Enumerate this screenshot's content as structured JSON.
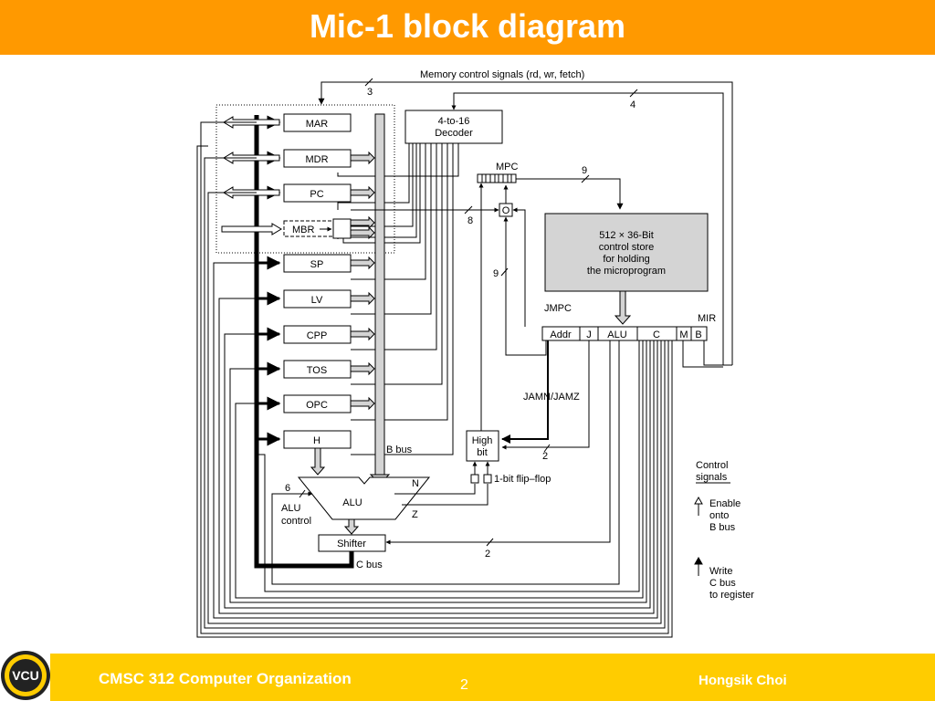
{
  "slide": {
    "title": "Mic-1 block diagram",
    "footer": {
      "course": "CMSC 312 Computer Organization",
      "page": "2",
      "author": "Hongsik Choi"
    },
    "logo_text": "VCU"
  },
  "diagram": {
    "memory_control_label": "Memory control signals (rd, wr, fetch)",
    "decoder_label_line1": "4-to-16",
    "decoder_label_line2": "Decoder",
    "registers": [
      "MAR",
      "MDR",
      "PC",
      "MBR",
      "SP",
      "LV",
      "CPP",
      "TOS",
      "OPC",
      "H"
    ],
    "mpc_label": "MPC",
    "o_label": "O",
    "control_store_lines": [
      "512 × 36-Bit",
      "control store",
      "for holding",
      "the microprogram"
    ],
    "mir_label": "MIR",
    "jmpc_label": "JMPC",
    "mir_fields": [
      "Addr",
      "J",
      "ALU",
      "C",
      "M",
      "B"
    ],
    "jamn_label": "JAMN/JAMZ",
    "high_bit_line1": "High",
    "high_bit_line2": "bit",
    "flipflop_label": "1-bit flip–flop",
    "b_bus_label": "B bus",
    "c_bus_label": "C bus",
    "alu_label": "ALU",
    "alu_control_line1": "ALU",
    "alu_control_line2": "control",
    "shifter_label": "Shifter",
    "n_label": "N",
    "z_label": "Z",
    "widths": {
      "mem": "3",
      "decoder": "4",
      "mpc": "9",
      "mbr_to_o": "8",
      "highbit_to_mpc": "9",
      "alu_ctl": "6",
      "jam": "2",
      "shift": "2"
    },
    "legend": {
      "title_line1": "Control",
      "title_line2": "signals",
      "enable_lines": [
        "Enable",
        "onto",
        "B bus"
      ],
      "write_lines": [
        "Write",
        "C bus",
        "to register"
      ]
    },
    "colors": {
      "title_bar": "#ff9900",
      "footer_bar": "#ffcc00",
      "control_store": "#d4d4d4"
    }
  }
}
